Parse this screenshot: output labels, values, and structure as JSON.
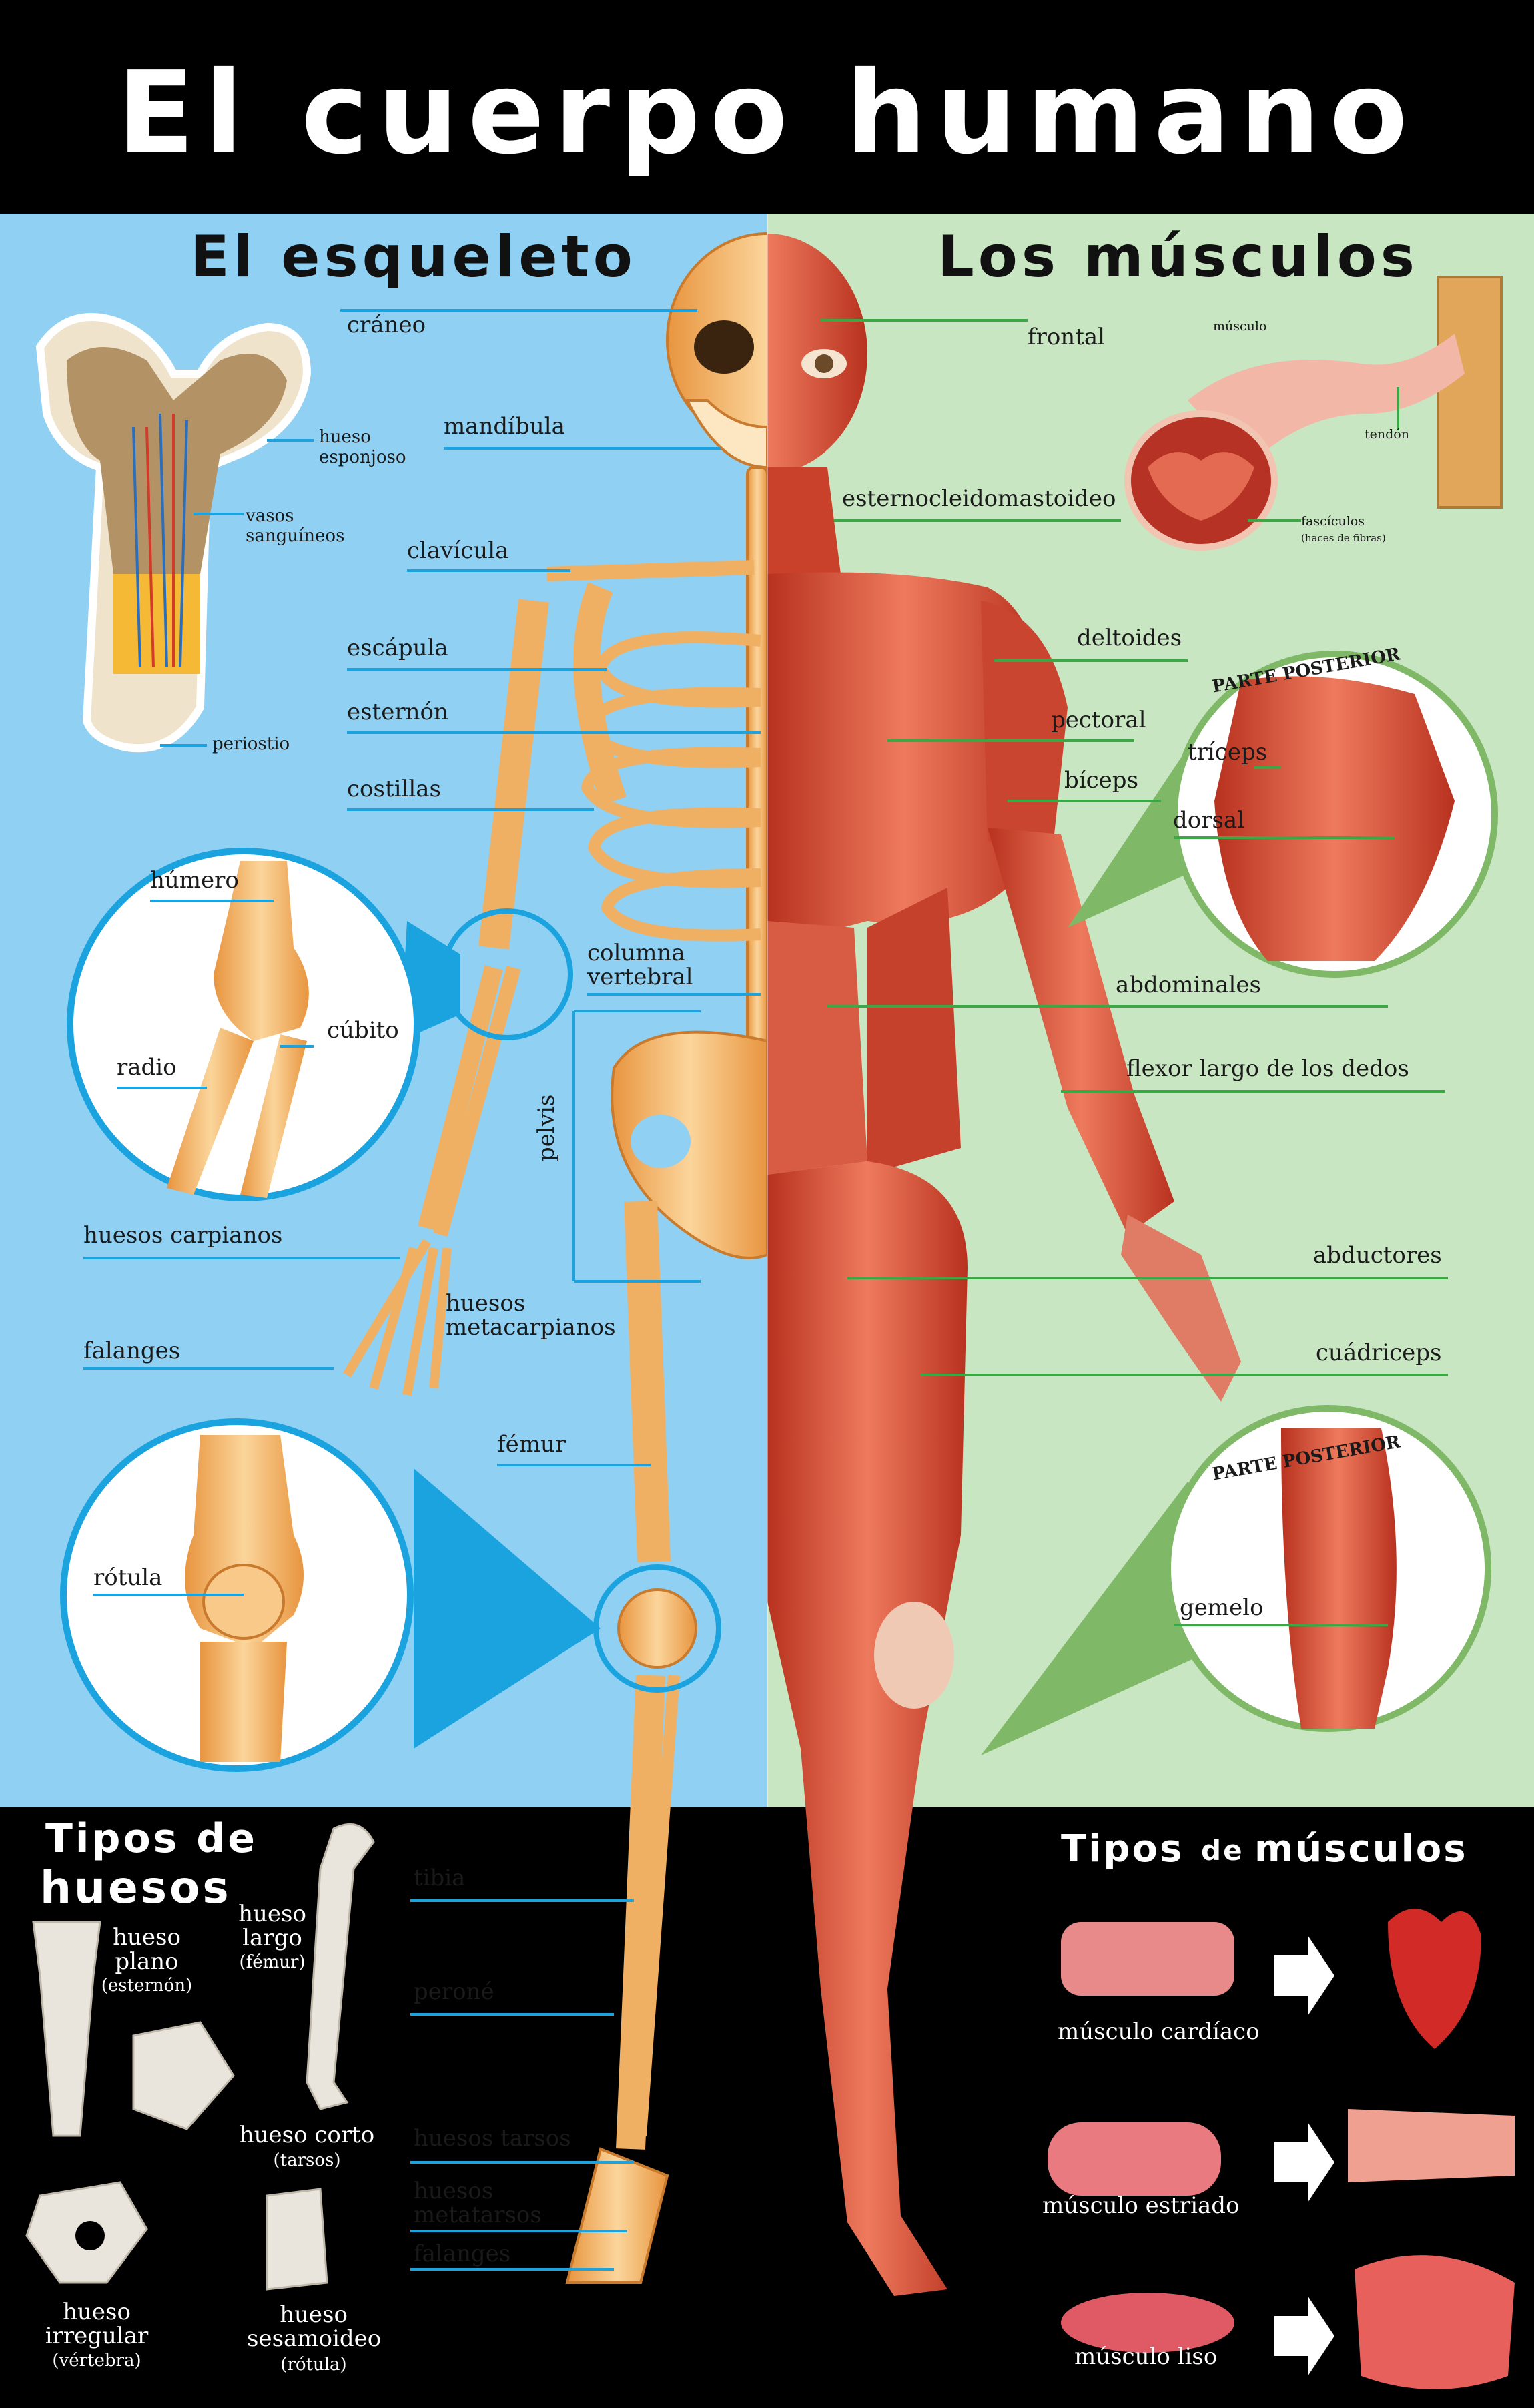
{
  "title": "El cuerpo humano",
  "skeleton": {
    "title": "El esqueleto",
    "labels": {
      "craneo": "cráneo",
      "mandibula": "mandíbula",
      "clavicula": "clavícula",
      "escapula": "escápula",
      "esternon": "esternón",
      "costillas": "costillas",
      "columna": "columna vertebral",
      "pelvis": "pelvis",
      "huesos_carpianos": "huesos carpianos",
      "huesos_metacarpianos": "huesos metacarpianos",
      "falanges_mano": "falanges",
      "femur": "fémur",
      "tibia": "tibia",
      "perone": "peroné",
      "huesos_tarsos": "huesos tarsos",
      "huesos_metatarsos": "huesos metatarsos",
      "falanges_pie": "falanges"
    },
    "bone_detail": {
      "hueso_esponjoso": "hueso esponjoso",
      "vasos_sanguineos": "vasos sanguíneos",
      "periostio": "periostio"
    },
    "elbow_detail": {
      "humero": "húmero",
      "cubito": "cúbito",
      "radio": "radio"
    },
    "knee_detail": {
      "rotula": "rótula"
    }
  },
  "muscles": {
    "title": "Los músculos",
    "labels": {
      "frontal": "frontal",
      "esternocleidomastoideo": "esternocleidomastoideo",
      "deltoides": "deltoides",
      "pectoral": "pectoral",
      "biceps": "bíceps",
      "abdominales": "abdominales",
      "flexor": "flexor largo de los dedos",
      "abductores": "abductores",
      "cuadriceps": "cuádriceps"
    },
    "muscle_detail": {
      "musculo": "músculo",
      "tendon": "tendón",
      "fasciculos": "fascículos",
      "haces": "(haces de fibras)"
    },
    "back_detail": {
      "header": "PARTE POSTERIOR",
      "triceps": "tríceps",
      "dorsal": "dorsal"
    },
    "calf_detail": {
      "header": "PARTE POSTERIOR",
      "gemelo": "gemelo"
    }
  },
  "bone_types": {
    "title_line1": "Tipos de",
    "title_line2": "huesos",
    "plano": {
      "name": "hueso plano",
      "example": "(esternón)"
    },
    "largo": {
      "name": "hueso largo",
      "example": "(fémur)"
    },
    "corto": {
      "name": "hueso corto",
      "example": "(tarsos)"
    },
    "irregular": {
      "name": "hueso irregular",
      "example": "(vértebra)"
    },
    "sesamoideo": {
      "name": "hueso sesamoideo",
      "example": "(rótula)"
    }
  },
  "muscle_types": {
    "title_a": "Tipos",
    "title_b": "de",
    "title_c": "músculos",
    "cardiaco": "músculo cardíaco",
    "estriado": "músculo estriado",
    "liso": "músculo liso"
  },
  "colors": {
    "left_bg": "#8fd0f3",
    "right_bg": "#c9e6c3",
    "bone": "#f2b567",
    "muscle": "#d9503a",
    "line_blue": "#1aa3df",
    "line_green": "#3aa845"
  }
}
